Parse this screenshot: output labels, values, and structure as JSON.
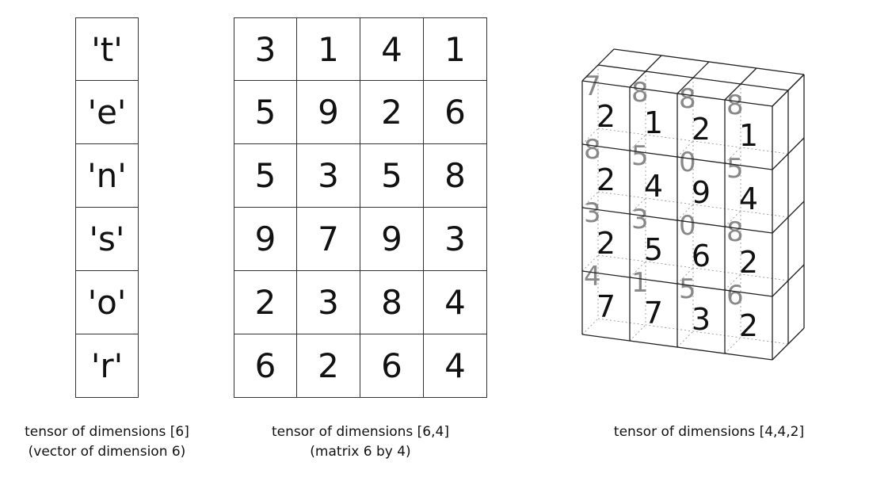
{
  "vector": {
    "cells": [
      "'t'",
      "'e'",
      "'n'",
      "'s'",
      "'o'",
      "'r'"
    ],
    "caption_line1": "tensor of dimensions [6]",
    "caption_line2": "(vector of dimension 6)"
  },
  "matrix": {
    "rows": [
      [
        "3",
        "1",
        "4",
        "1"
      ],
      [
        "5",
        "9",
        "2",
        "6"
      ],
      [
        "5",
        "3",
        "5",
        "8"
      ],
      [
        "9",
        "7",
        "9",
        "3"
      ],
      [
        "2",
        "3",
        "8",
        "4"
      ],
      [
        "6",
        "2",
        "6",
        "4"
      ]
    ],
    "caption_line1": "tensor of dimensions [6,4]",
    "caption_line2": "(matrix 6 by 4)"
  },
  "tensor3d": {
    "front": [
      [
        "2",
        "1",
        "2",
        "1"
      ],
      [
        "2",
        "4",
        "9",
        "4"
      ],
      [
        "2",
        "5",
        "6",
        "2"
      ],
      [
        "7",
        "7",
        "3",
        "2"
      ]
    ],
    "back": [
      [
        "7",
        "8",
        "8",
        "8"
      ],
      [
        "8",
        "5",
        "0",
        "5"
      ],
      [
        "3",
        "3",
        "0",
        "8"
      ],
      [
        "4",
        "1",
        "5",
        "6"
      ]
    ],
    "caption": "tensor of dimensions [4,4,2]",
    "colors": {
      "front_text": "#111111",
      "back_text": "#888888",
      "line": "#222222",
      "dotted": "#999999"
    }
  }
}
